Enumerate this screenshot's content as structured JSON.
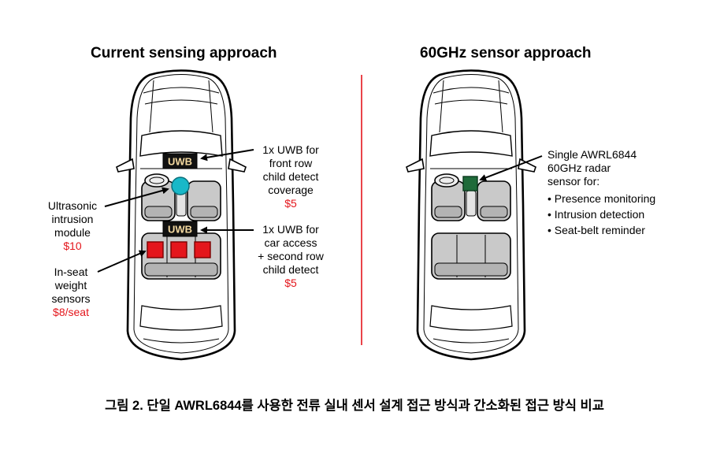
{
  "left_panel": {
    "title": "Current sensing approach",
    "uwb_tag_front": "UWB",
    "uwb_tag_rear": "UWB",
    "callout_front": {
      "lines": [
        "1x UWB for",
        "front row",
        "child detect",
        "coverage"
      ],
      "price": "$5"
    },
    "callout_rear": {
      "lines": [
        "1x UWB for",
        "car access",
        "+ second row",
        "child detect"
      ],
      "price": "$5"
    },
    "callout_ultrasonic": {
      "lines": [
        "Ultrasonic",
        "intrusion",
        "module"
      ],
      "price": "$10"
    },
    "callout_seat": {
      "lines": [
        "In-seat",
        "weight",
        "sensors"
      ],
      "price": "$8/seat"
    }
  },
  "right_panel": {
    "title": "60GHz sensor approach",
    "callout_radar": {
      "lines": [
        "Single AWRL6844",
        "60GHz radar",
        "sensor for:"
      ],
      "bullets": [
        "• Presence monitoring",
        "• Intrusion detection",
        "• Seat-belt reminder"
      ]
    }
  },
  "caption": "그림 2. 단일 AWRL6844를 사용한 전류 실내 센서 설계 접근 방식과 간소화된 접근 방식 비교",
  "colors": {
    "divider": "#e4161c",
    "price": "#e4161c",
    "ultrasonic_sensor": "#19b8c8",
    "weight_sensor": "#e4161c",
    "radar_sensor": "#1f6b3a",
    "uwb_tag_bg": "#111111",
    "uwb_tag_text": "#f4d9a0",
    "seat_fill": "#c9c9c9"
  },
  "icons": [
    "car-top-view-icon",
    "uwb-tag-icon",
    "ultrasonic-sensor-icon",
    "weight-sensor-icon",
    "radar-sensor-icon",
    "steering-wheel-icon"
  ]
}
